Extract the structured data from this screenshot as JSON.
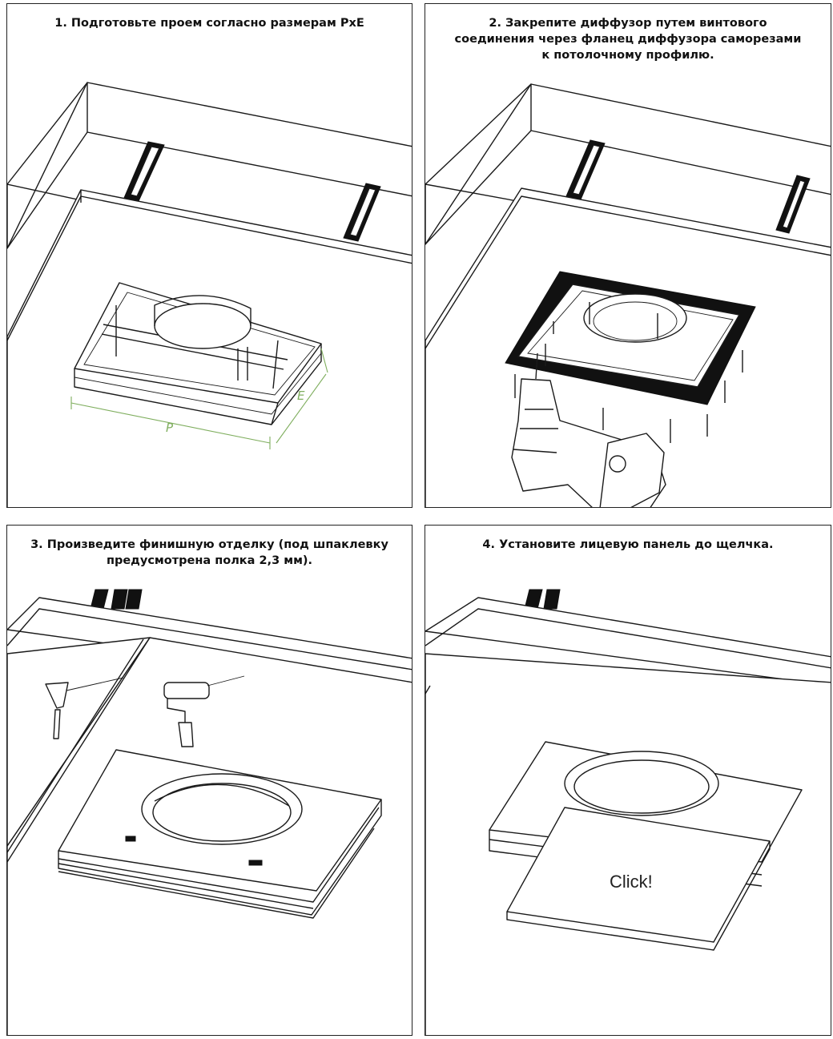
{
  "steps": [
    {
      "caption": "1. Подготовьте проем согласно размерам PxE"
    },
    {
      "caption": "2. Закрепите диффузор путем винтового\nсоединения через фланец диффузора саморезами\nк потолочному профилю."
    },
    {
      "caption": "3. Произведите финишную отделку (под шпаклевку\nпредусмотрена полка 2,3 мм)."
    },
    {
      "caption": "4. Установите лицевую панель до щелчка."
    }
  ],
  "labels": {
    "p": "P",
    "e": "E",
    "click": "Click!"
  },
  "colors": {
    "dimension": "#7fae5e",
    "line": "#1a1a1a"
  }
}
